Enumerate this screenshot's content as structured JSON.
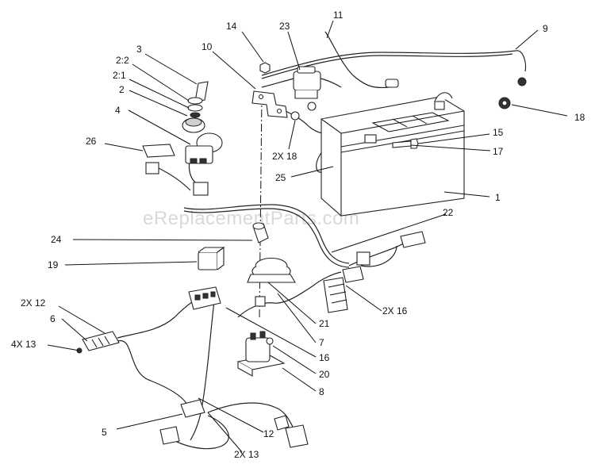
{
  "watermark": "eReplacementParts.com",
  "callouts": [
    {
      "id": "c14",
      "text": "14"
    },
    {
      "id": "c23",
      "text": "23"
    },
    {
      "id": "c11",
      "text": "11"
    },
    {
      "id": "c9",
      "text": "9"
    },
    {
      "id": "c3",
      "text": "3"
    },
    {
      "id": "c10",
      "text": "10"
    },
    {
      "id": "c2_2",
      "text": "2:2"
    },
    {
      "id": "c2_1",
      "text": "2:1"
    },
    {
      "id": "c2",
      "text": "2"
    },
    {
      "id": "c18a",
      "text": "18"
    },
    {
      "id": "c4",
      "text": "4"
    },
    {
      "id": "c26",
      "text": "26"
    },
    {
      "id": "c2x18",
      "text": "2X 18"
    },
    {
      "id": "c15",
      "text": "15"
    },
    {
      "id": "c17",
      "text": "17"
    },
    {
      "id": "c25",
      "text": "25"
    },
    {
      "id": "c1",
      "text": "1"
    },
    {
      "id": "c22",
      "text": "22"
    },
    {
      "id": "c24",
      "text": "24"
    },
    {
      "id": "c19",
      "text": "19"
    },
    {
      "id": "c2x12",
      "text": "2X 12"
    },
    {
      "id": "c6",
      "text": "6"
    },
    {
      "id": "c4x13",
      "text": "4X 13"
    },
    {
      "id": "c2x16",
      "text": "2X 16"
    },
    {
      "id": "c21",
      "text": "21"
    },
    {
      "id": "c7",
      "text": "7"
    },
    {
      "id": "c16",
      "text": "16"
    },
    {
      "id": "c20",
      "text": "20"
    },
    {
      "id": "c8",
      "text": "8"
    },
    {
      "id": "c5",
      "text": "5"
    },
    {
      "id": "c12",
      "text": "12"
    },
    {
      "id": "c2x13",
      "text": "2X 13"
    }
  ]
}
